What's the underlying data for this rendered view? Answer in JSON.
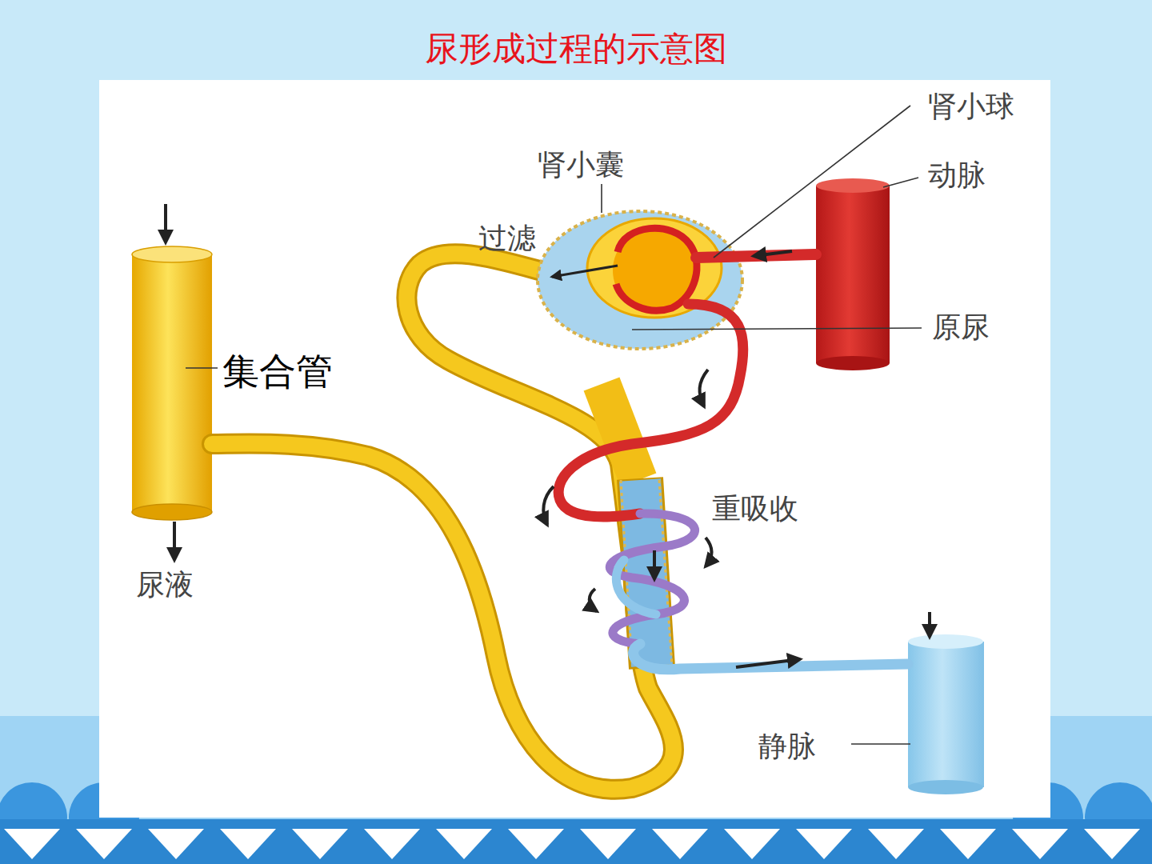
{
  "diagram": {
    "title": "尿形成过程的示意图",
    "labels": [
      "肾小球",
      "肾小囊",
      "动脉",
      "过滤",
      "原尿",
      "集合管",
      "重吸收",
      "尿液",
      "静脉"
    ]
  }
}
